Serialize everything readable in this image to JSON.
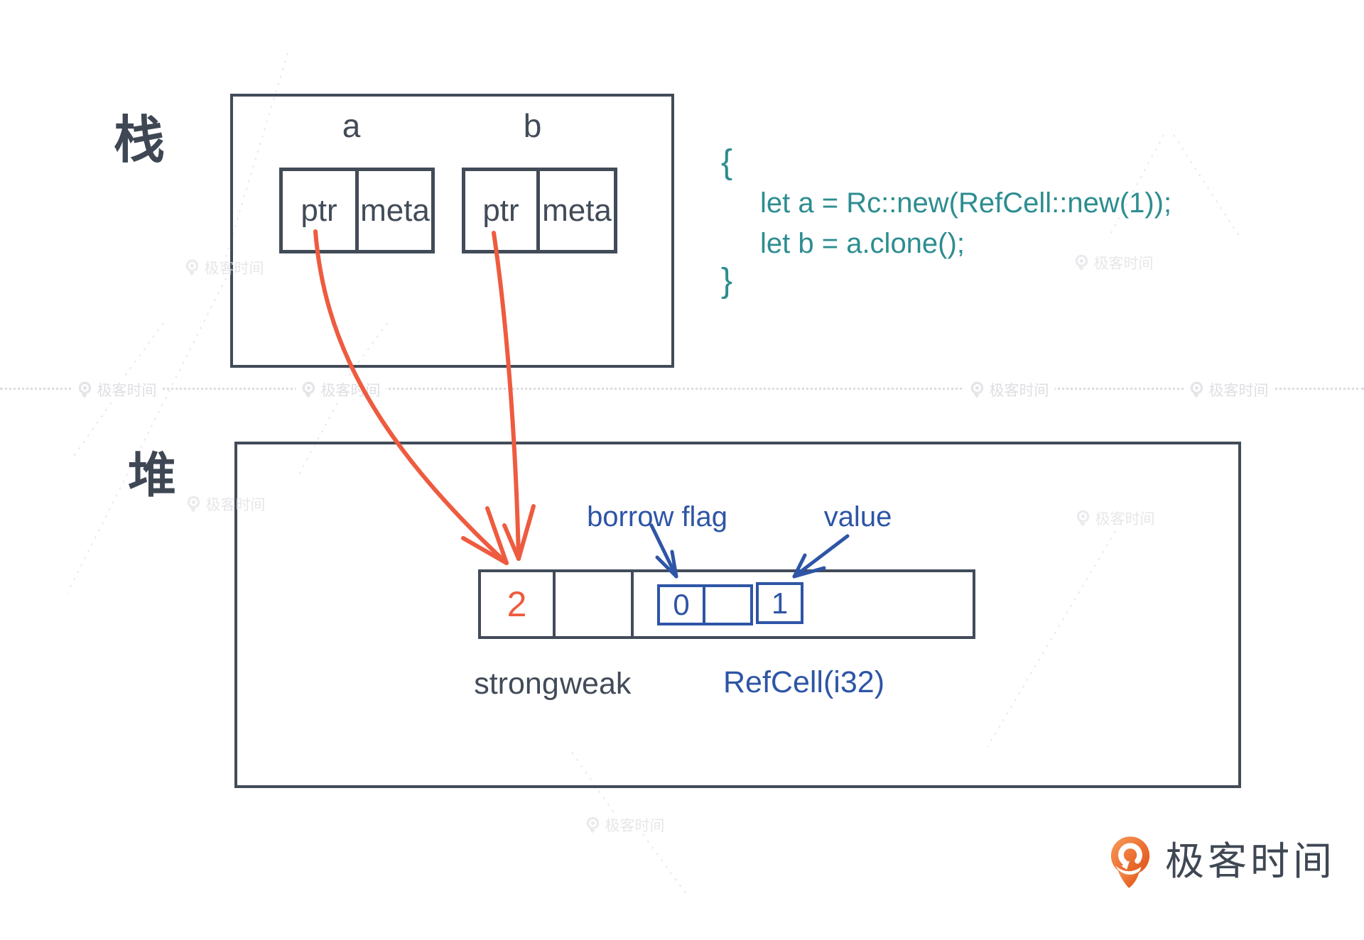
{
  "colors": {
    "ink": "#424b58",
    "code_teal": "#2d8d90",
    "arrow_red": "#ee5b3f",
    "accent_blue": "#2e55a6",
    "watermark_gray": "#dfdfe4",
    "logo_orange_dark": "#d9541b",
    "logo_orange_light": "#f79d5c"
  },
  "stack": {
    "label": "栈",
    "variables": [
      {
        "name": "a",
        "fields": [
          "ptr",
          "meta"
        ]
      },
      {
        "name": "b",
        "fields": [
          "ptr",
          "meta"
        ]
      }
    ]
  },
  "code": {
    "open_brace": "{",
    "line1": "let a = Rc::new(RefCell::new(1));",
    "line2": "let b = a.clone();",
    "close_brace": "}"
  },
  "heap": {
    "label": "堆",
    "strong_count": "2",
    "weak_count": "",
    "refcell": {
      "borrow_flag_value": "0",
      "middle": "",
      "value": "1"
    },
    "labels": {
      "borrow_flag": "borrow flag",
      "value": "value",
      "strong": "strong",
      "weak": "weak",
      "refcell_type": "RefCell(i32)"
    }
  },
  "watermark": {
    "text": "极客时间"
  },
  "footer": {
    "brand": "极客时间"
  }
}
